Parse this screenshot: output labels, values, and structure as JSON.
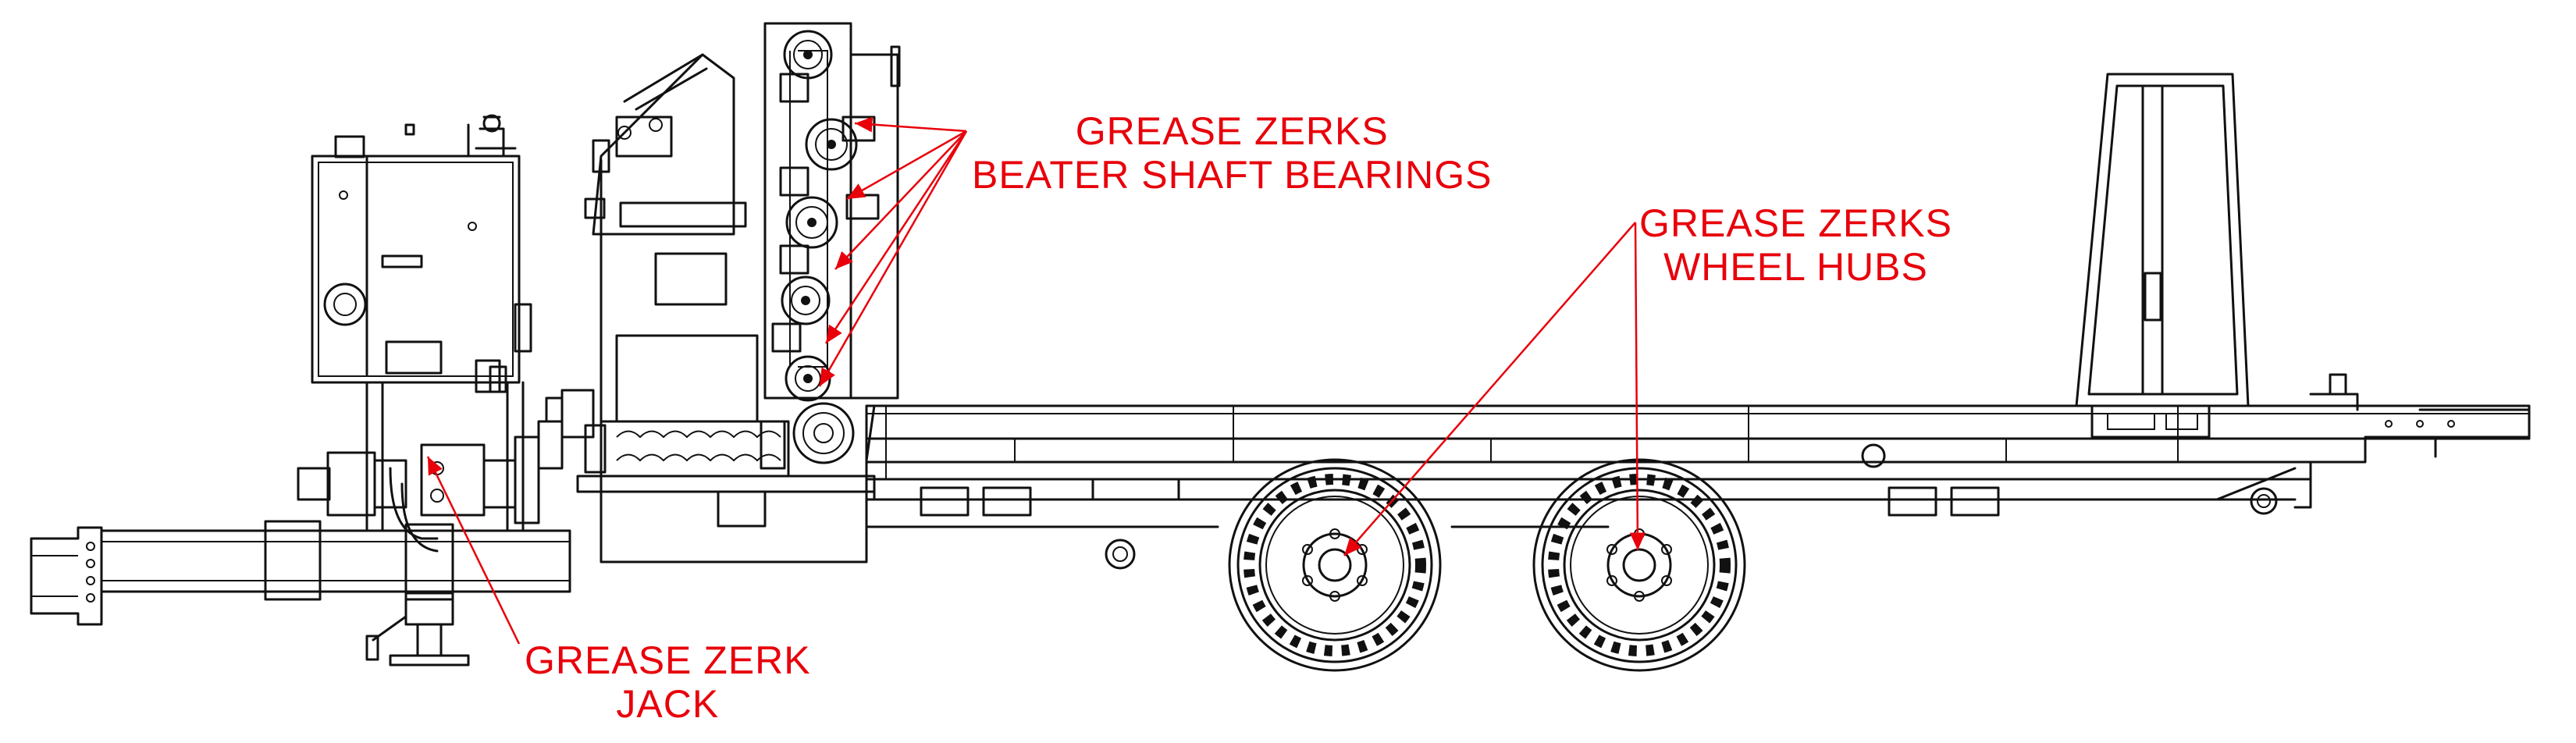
{
  "callouts": {
    "beater": {
      "line1": "GREASE ZERKS",
      "line2": "BEATER SHAFT BEARINGS"
    },
    "wheels": {
      "line1": "GREASE ZERKS",
      "line2": "WHEEL HUBS"
    },
    "jack": {
      "line1": "GREASE ZERK",
      "line2": "JACK"
    }
  },
  "colors": {
    "callout": "#e8000b",
    "linework": "#111111"
  }
}
